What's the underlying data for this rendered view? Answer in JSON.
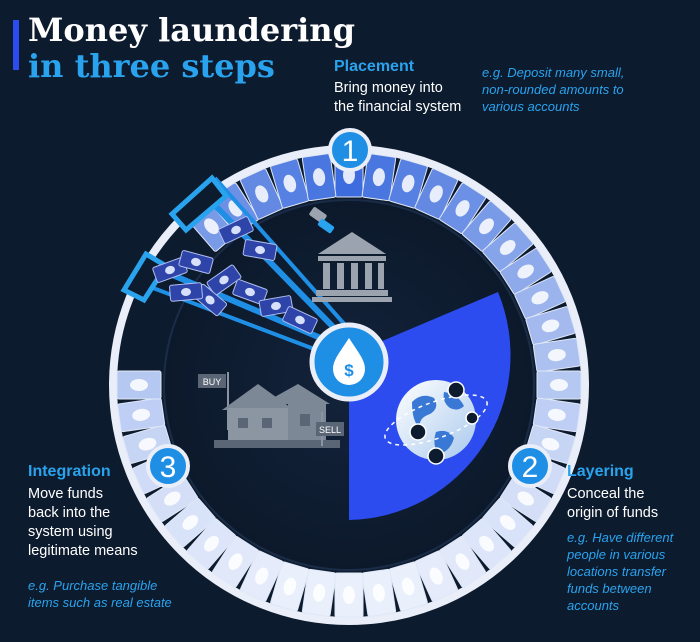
{
  "title": {
    "line1": "Money laundering",
    "line2": "in three steps"
  },
  "steps": [
    {
      "number": "1",
      "heading": "Placement",
      "description": "Bring money into\nthe financial system",
      "example": "e.g. Deposit many small,\nnon-rounded amounts to\nvarious accounts"
    },
    {
      "number": "2",
      "heading": "Layering",
      "description": "Conceal the\norigin of funds",
      "example": "e.g. Have different\npeople in various\nlocations transfer\nfunds between\naccounts"
    },
    {
      "number": "3",
      "heading": "Integration",
      "description": "Move funds\nback into the\nsystem using\nlegitimate means",
      "example": "e.g. Purchase tangible\nitems such as real estate"
    }
  ],
  "signs": {
    "buy": "BUY",
    "sell": "SELL"
  },
  "center_symbol": "$",
  "colors": {
    "background": "#0d1b2e",
    "accent": "#2aa3ee",
    "title_bar": "#2d4cf0",
    "layering_wedge": "#2d4cf0",
    "ring_bill": "#8fa8ee"
  },
  "icons": [
    "bank-icon",
    "money-drop-icon",
    "house-icon",
    "globe-icon",
    "funnel-icon",
    "cash-stack-icon"
  ]
}
